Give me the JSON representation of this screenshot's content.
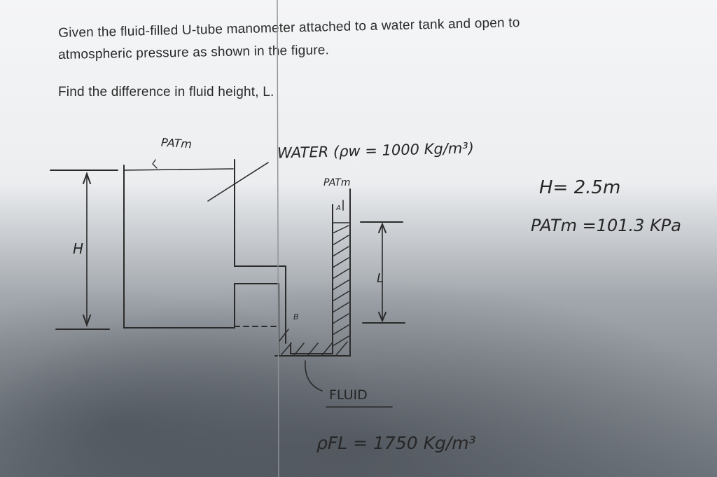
{
  "problem": {
    "line1": "Given the fluid-filled U-tube manometer attached to a water tank and open to",
    "line2": "atmospheric pressure as shown in the figure.",
    "question": "Find the difference in fluid height, L."
  },
  "figure": {
    "patm_top": "PATm",
    "water_label": "WATER (ρw = 1000 Kg/m³)",
    "patm_tube": "PATm",
    "point_a": "A",
    "point_b": "B",
    "h_dim": "H",
    "l_dim": "L",
    "fluid_label": "FLUID"
  },
  "given": {
    "h_value": "H= 2.5m",
    "patm_value": "PATm =101.3 KPa",
    "rho_fluid": "ρFL = 1750 Kg/m³"
  }
}
